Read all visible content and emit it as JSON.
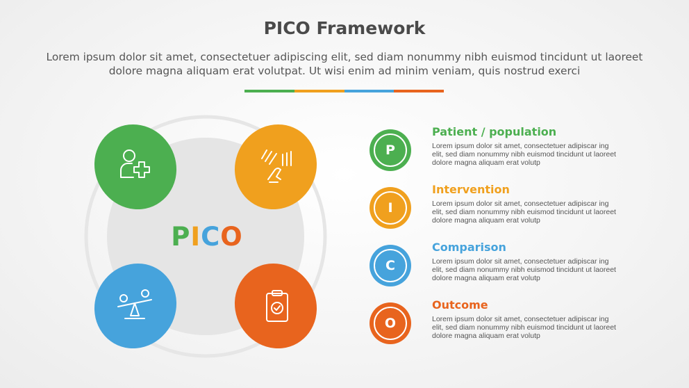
{
  "header": {
    "title": "PICO Framework",
    "subtitle": "Lorem ipsum dolor sit amet, consectetuer adipiscing elit, sed diam nonummy nibh euismod tincidunt ut laoreet dolore magna aliquam erat volutpat. Ut wisi enim ad minim veniam, quis nostrud exerci"
  },
  "colors": {
    "green": "#4caf50",
    "orange": "#f0a01e",
    "blue": "#46a3dc",
    "red": "#e8641e"
  },
  "center": {
    "letters": [
      "P",
      "I",
      "C",
      "O"
    ]
  },
  "petals": [
    {
      "icon": "patient-add-icon"
    },
    {
      "icon": "hand-intervention-icon"
    },
    {
      "icon": "seesaw-comparison-icon"
    },
    {
      "icon": "clipboard-check-icon"
    }
  ],
  "items": [
    {
      "letter": "P",
      "title": "Patient / population",
      "text": "Lorem ipsum dolor sit amet, consectetuer adipiscar ing elit, sed diam nonummy nibh euismod tincidunt ut laoreet dolore magna aliquam erat volutp"
    },
    {
      "letter": "I",
      "title": "Intervention",
      "text": "Lorem ipsum dolor sit amet, consectetuer adipiscar ing elit, sed diam nonummy nibh euismod tincidunt ut laoreet dolore magna aliquam erat volutp"
    },
    {
      "letter": "C",
      "title": "Comparison",
      "text": "Lorem ipsum dolor sit amet, consectetuer adipiscar ing elit, sed diam nonummy nibh euismod tincidunt ut laoreet dolore magna aliquam erat volutp"
    },
    {
      "letter": "O",
      "title": "Outcome",
      "text": "Lorem ipsum dolor sit amet, consectetuer adipiscar ing elit, sed diam nonummy nibh euismod tincidunt ut laoreet dolore magna aliquam erat volutp"
    }
  ]
}
